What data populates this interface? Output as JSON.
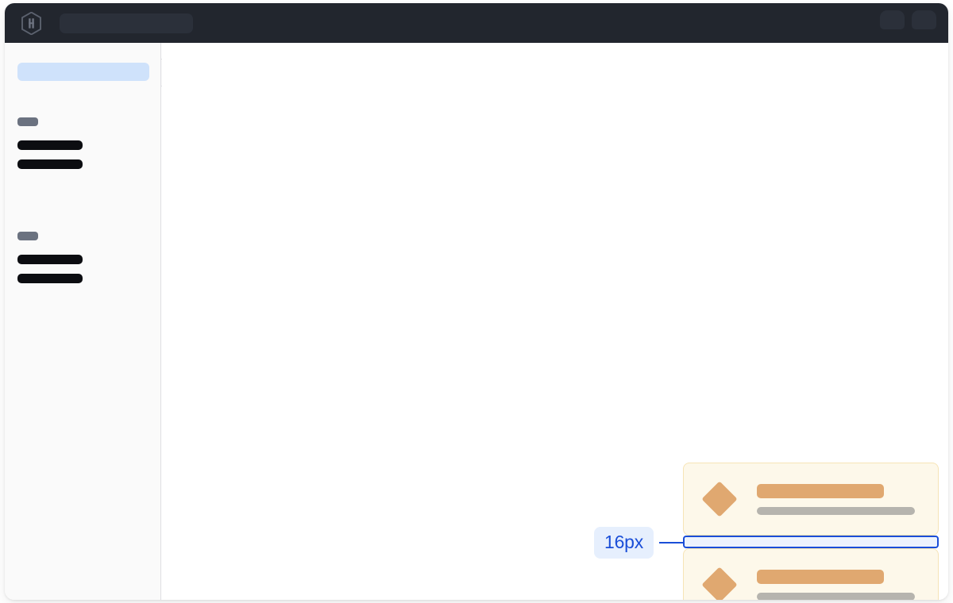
{
  "window": {
    "title": "",
    "accent_color": "#1a4ed8",
    "topbar_color": "#22262e",
    "card_bg_color": "#fdf8ea",
    "card_border_color": "#f6e4b6",
    "card_accent_color": "#e0a870",
    "sidebar_bg_color": "#fafafa",
    "sidebar_active_color": "#cfe2fb"
  },
  "topbar": {
    "logo_name": "hashicorp-hexagon-logo",
    "search": {
      "label": "",
      "placeholder": ""
    },
    "actions": [
      {
        "name": "topbar-placeholder-1",
        "label": ""
      },
      {
        "name": "topbar-placeholder-2",
        "label": ""
      }
    ]
  },
  "sidebar": {
    "collapse_tab_label": "",
    "active_item": {
      "label": ""
    },
    "groups": [
      {
        "label": "",
        "items": [
          {
            "label": ""
          },
          {
            "label": ""
          }
        ]
      },
      {
        "label": "",
        "items": [
          {
            "label": ""
          },
          {
            "label": ""
          }
        ]
      }
    ]
  },
  "main": {
    "spacing_annotation": {
      "value": "16px",
      "leader_line": true,
      "target": "gap-between-cards"
    },
    "cards": [
      {
        "icon": "diamond-icon",
        "title": "",
        "subtitle": ""
      },
      {
        "icon": "diamond-icon",
        "title": "",
        "subtitle": ""
      }
    ]
  }
}
